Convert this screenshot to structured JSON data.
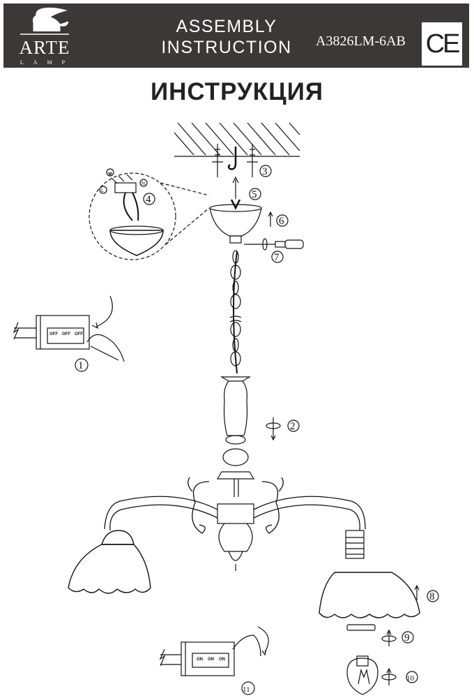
{
  "header": {
    "brand": "ARTE",
    "brand_sub": "LAMP",
    "title_line1": "ASSEMBLY",
    "title_line2": "INSTRUCTION",
    "model": "A3826LM-6AB",
    "cert_mark": "CE"
  },
  "title": "ИНСТРУКЦИЯ",
  "steps": [
    "1",
    "2",
    "3",
    "4",
    "5",
    "6",
    "7",
    "8",
    "9",
    "10",
    "11"
  ],
  "switch_off": [
    "OFF",
    "OFF",
    "OFF"
  ],
  "switch_on": [
    "ON",
    "ON",
    "ON"
  ],
  "wiring": {
    "live": "L",
    "neutral": "N"
  }
}
